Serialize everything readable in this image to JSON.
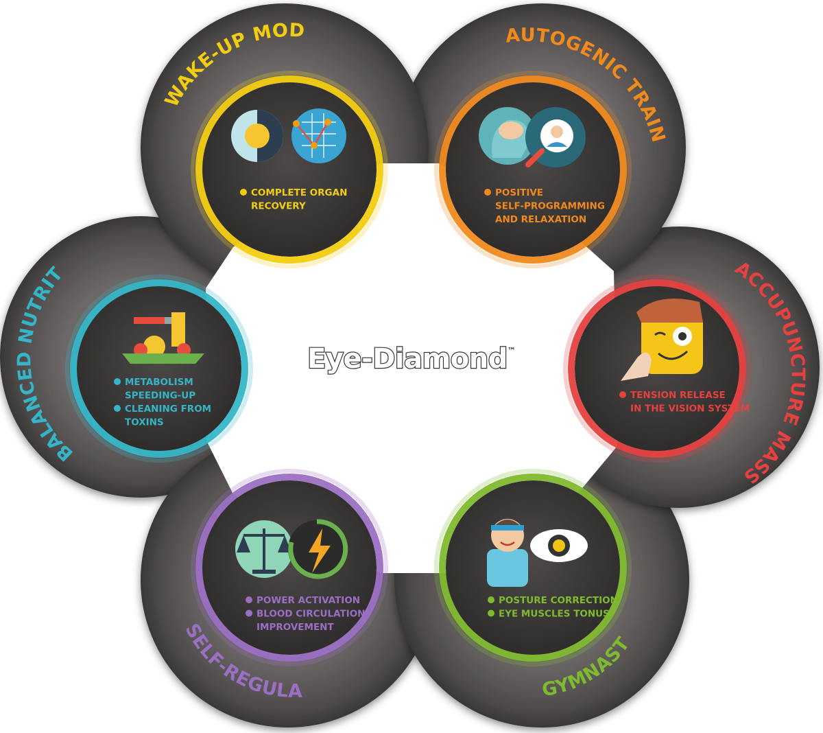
{
  "brand": {
    "name": "Eye-Diamond",
    "trademark": "™"
  },
  "modules": [
    {
      "title": "WAKE-UP MODE",
      "color": "#f3cd10",
      "icon": "sun-and-graph-icon",
      "bullets": [
        "COMPLETE ORGAN",
        "RECOVERY"
      ]
    },
    {
      "title": "AUTOGENIC TRAINING",
      "color": "#f08a1c",
      "icon": "brain-and-magnifier-icon",
      "bullets": [
        "POSITIVE",
        "SELF-PROGRAMMING",
        "AND RELAXATION"
      ]
    },
    {
      "title": "ACCUPUNCTURE MASSAGE",
      "color": "#e5413f",
      "icon": "face-massage-icon",
      "bullets": [
        "TENSION RELEASE",
        "IN THE VISION SYSTEM"
      ]
    },
    {
      "title": "GYMNASTICS",
      "color": "#7fbb2f",
      "icon": "athlete-and-eye-icon",
      "bullets": [
        "POSTURE CORRECTION",
        "EYE MUSCLES TONUS"
      ]
    },
    {
      "title": "SELF-REGULATION",
      "color": "#9b6fc3",
      "icon": "scales-and-energy-icon",
      "bullets": [
        "POWER ACTIVATION",
        "BLOOD CIRCULATION",
        "IMPROVEMENT"
      ]
    },
    {
      "title": "BALANCED NUTRITION",
      "color": "#35b6c8",
      "icon": "food-plate-icon",
      "bullets": [
        "METABOLISM",
        "SPEEDING-UP",
        "CLEANING FROM",
        "TOXINS"
      ]
    }
  ]
}
